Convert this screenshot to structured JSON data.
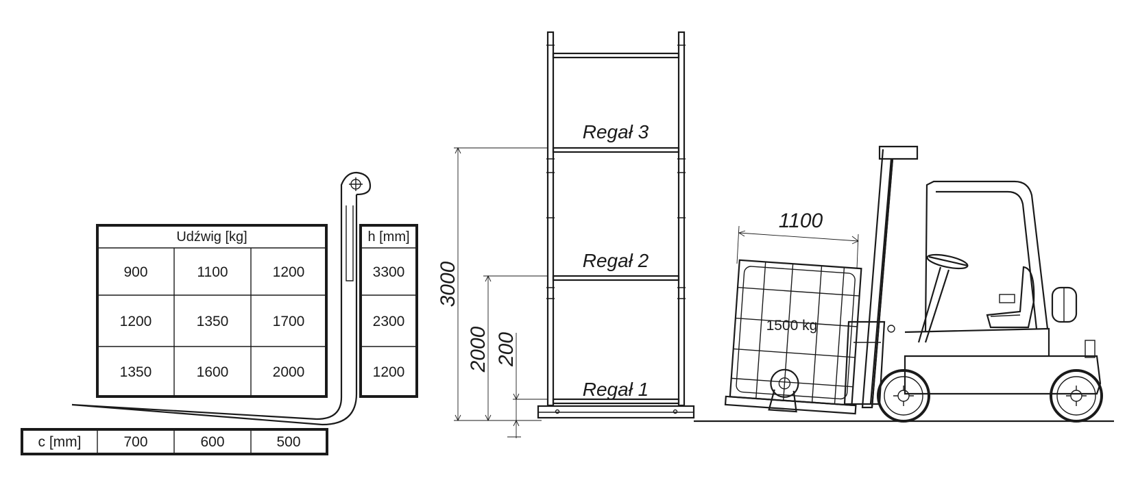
{
  "capacity_table": {
    "header": "Udźwig [kg]",
    "rows": [
      [
        "900",
        "1100",
        "1200"
      ],
      [
        "1200",
        "1350",
        "1700"
      ],
      [
        "1350",
        "1600",
        "2000"
      ]
    ]
  },
  "height_table": {
    "header": "h [mm]",
    "values": [
      "3300",
      "2300",
      "1200"
    ]
  },
  "center_table": {
    "label": "c [mm]",
    "values": [
      "700",
      "600",
      "500"
    ]
  },
  "rack": {
    "levels": [
      "Regał 3",
      "Regał 2",
      "Regał 1"
    ],
    "dimensions": [
      "3000",
      "2000",
      "200"
    ]
  },
  "load": {
    "width": "1100",
    "weight": "1500 kg"
  }
}
